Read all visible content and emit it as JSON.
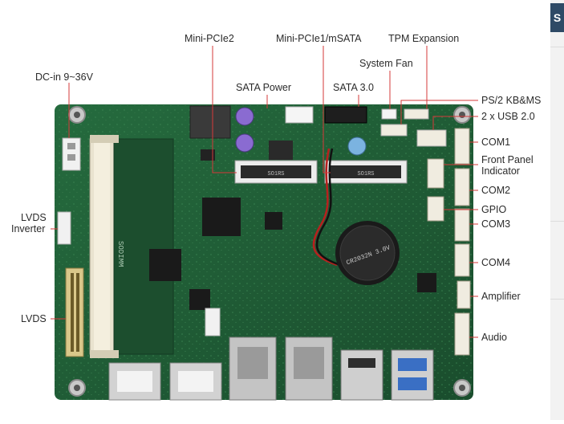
{
  "labels": {
    "dc_in": "DC-in  9~36V",
    "mini_pcie2": "Mini-PCIe2",
    "mini_pcie1": "Mini-PCIe1/mSATA",
    "tpm": "TPM Expansion",
    "sata_power": "SATA  Power",
    "sata30": "SATA  3.0",
    "system_fan": "System Fan",
    "ps2": "PS/2 KB&MS",
    "usb": "2 x USB 2.0",
    "com1": "COM1",
    "front_panel_1": "Front Panel",
    "front_panel_2": "Indicator",
    "com2": "COM2",
    "gpio": "GPIO",
    "com3": "COM3",
    "com4": "COM4",
    "amplifier": "Amplifier",
    "audio": "Audio",
    "lvds_inverter_1": "LVDS",
    "lvds_inverter_2": "Inverter",
    "lvds": "LVDS"
  },
  "board_markings": {
    "socket": "SODIMM",
    "battery": "CR2032N 3.0V",
    "pcie_a": "SO1RS",
    "pcie_b": "SO1RS"
  },
  "sidebar": {
    "tab_letter": "S"
  },
  "colors": {
    "pcb": "#1f5a34",
    "pcb_dark": "#173f25",
    "leader": "#d6393a",
    "label": "#2b2b2b"
  }
}
